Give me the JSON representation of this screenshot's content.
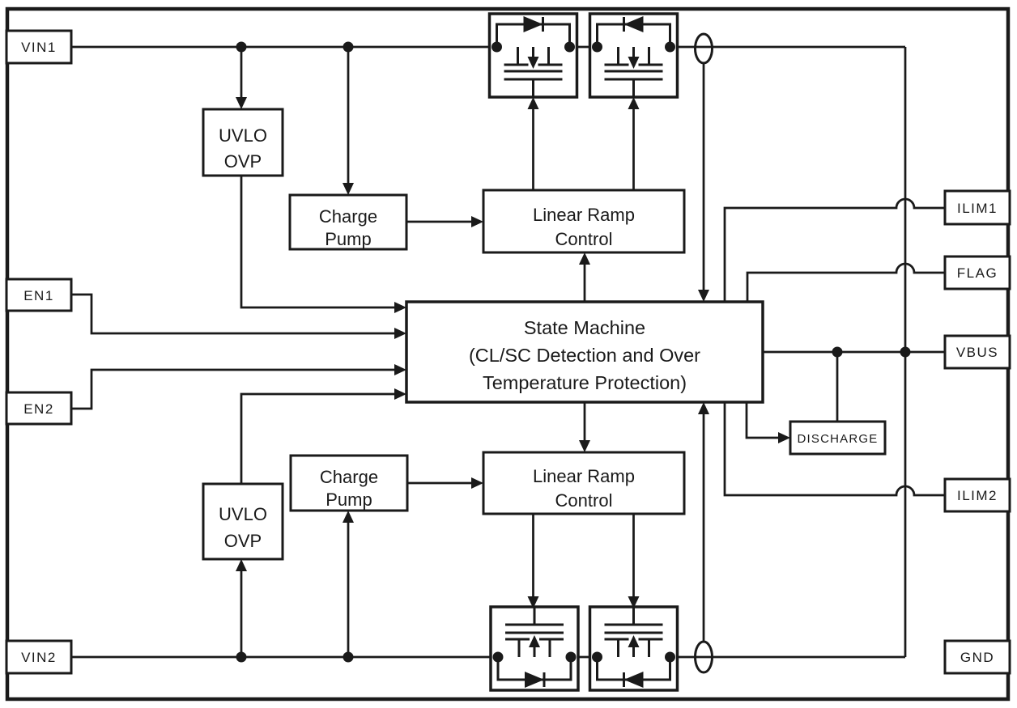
{
  "colors": {
    "ink": "#1a1a1a",
    "paper": "#ffffff"
  },
  "pins": {
    "vin1": {
      "label": "VIN1"
    },
    "en1": {
      "label": "EN1"
    },
    "en2": {
      "label": "EN2"
    },
    "vin2": {
      "label": "VIN2"
    },
    "ilim1": {
      "label": "ILIM1"
    },
    "flag": {
      "label": "FLAG"
    },
    "vbus": {
      "label": "VBUS"
    },
    "ilim2": {
      "label": "ILIM2"
    },
    "gnd": {
      "label": "GND"
    }
  },
  "blocks": {
    "uvlo_top": {
      "line1": "UVLO",
      "line2": "OVP"
    },
    "uvlo_bottom": {
      "line1": "UVLO",
      "line2": "OVP"
    },
    "charge_pump_top": {
      "line1": "Charge",
      "line2": "Pump"
    },
    "charge_pump_bottom": {
      "line1": "Charge",
      "line2": "Pump"
    },
    "linear_ramp_top": {
      "line1": "Linear Ramp",
      "line2": "Control"
    },
    "linear_ramp_bottom": {
      "line1": "Linear Ramp",
      "line2": "Control"
    },
    "state_machine": {
      "line1": "State Machine",
      "line2": "(CL/SC Detection and Over",
      "line3": "Temperature Protection)"
    },
    "discharge": {
      "label": "DISCHARGE"
    }
  }
}
